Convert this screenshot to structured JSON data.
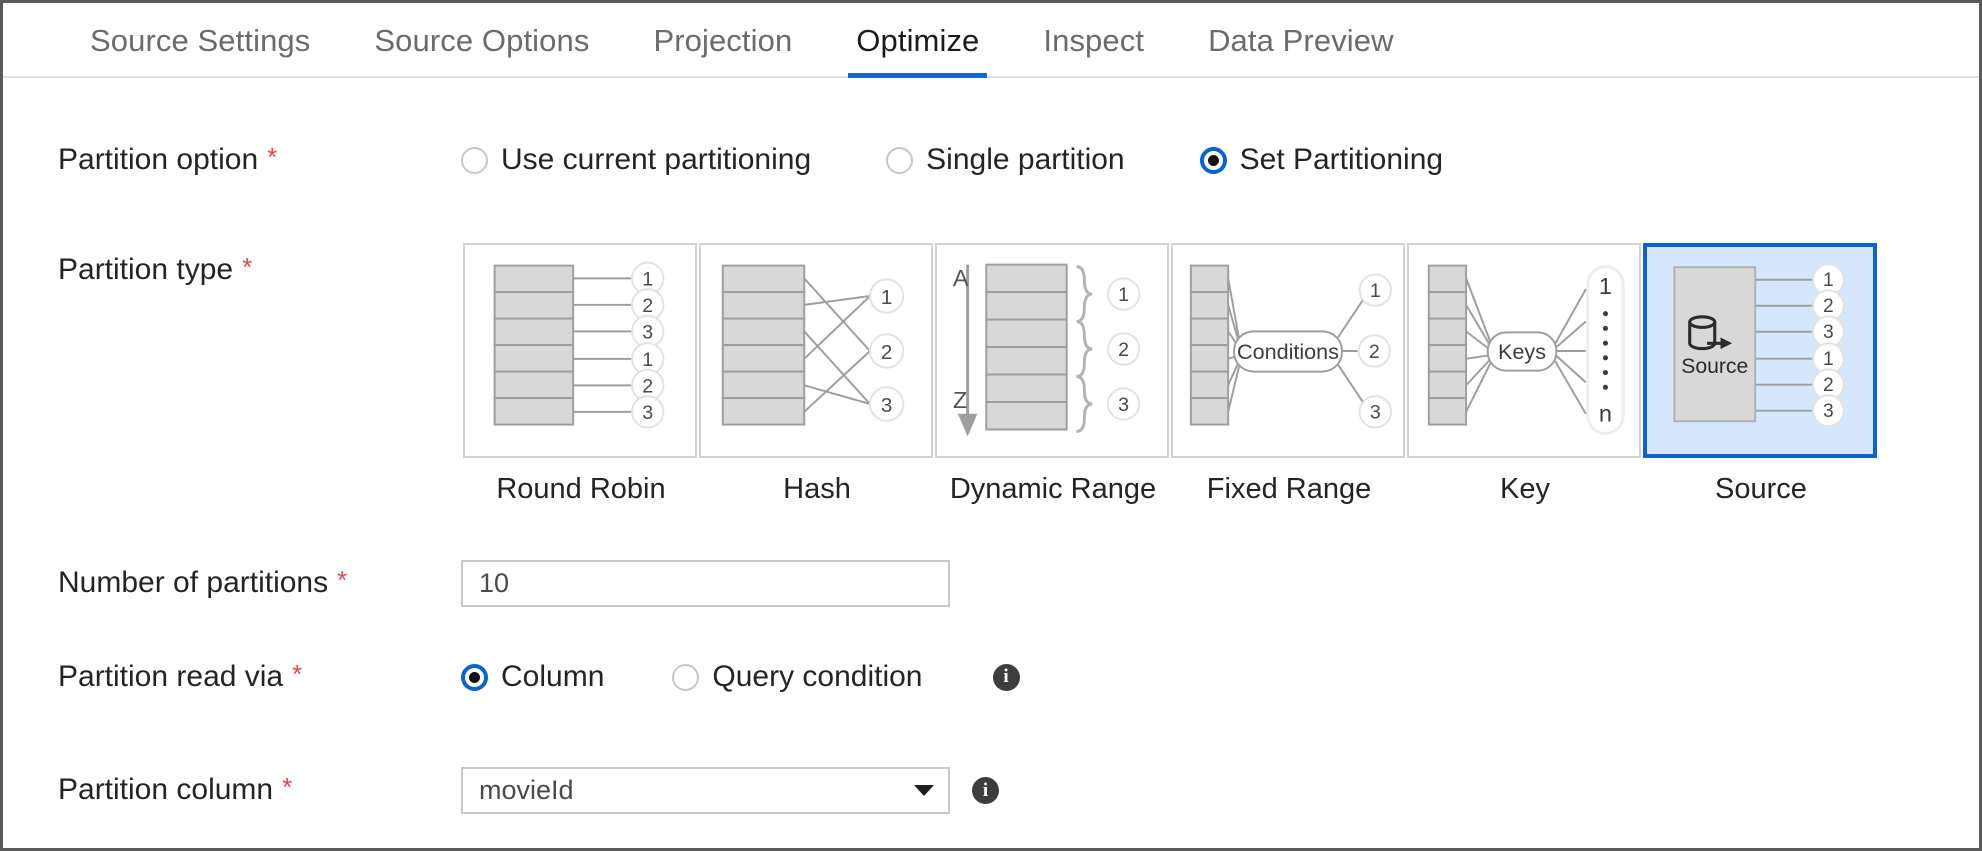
{
  "tabs": [
    {
      "label": "Source Settings",
      "active": false
    },
    {
      "label": "Source Options",
      "active": false
    },
    {
      "label": "Projection",
      "active": false
    },
    {
      "label": "Optimize",
      "active": true
    },
    {
      "label": "Inspect",
      "active": false
    },
    {
      "label": "Data Preview",
      "active": false
    }
  ],
  "partition_option": {
    "label": "Partition option",
    "required": "*",
    "options": [
      {
        "label": "Use current partitioning",
        "checked": false
      },
      {
        "label": "Single partition",
        "checked": false
      },
      {
        "label": "Set Partitioning",
        "checked": true
      }
    ]
  },
  "partition_type": {
    "label": "Partition type",
    "required": "*",
    "cards": [
      {
        "label": "Round Robin",
        "selected": false
      },
      {
        "label": "Hash",
        "selected": false
      },
      {
        "label": "Dynamic Range",
        "selected": false
      },
      {
        "label": "Fixed Range",
        "selected": false
      },
      {
        "label": "Key",
        "selected": false
      },
      {
        "label": "Source",
        "selected": true
      }
    ],
    "diagram_text": {
      "range_top": "A",
      "range_bottom": "Z",
      "conditions": "Conditions",
      "keys": "Keys",
      "key_first": "1",
      "key_last": "n",
      "source": "Source",
      "outputs": [
        "1",
        "2",
        "3",
        "1",
        "2",
        "3"
      ],
      "groups": [
        "1",
        "2",
        "3"
      ]
    }
  },
  "number_of_partitions": {
    "label": "Number of partitions",
    "required": "*",
    "value": "10"
  },
  "partition_read_via": {
    "label": "Partition read via",
    "required": "*",
    "options": [
      {
        "label": "Column",
        "checked": true
      },
      {
        "label": "Query condition",
        "checked": false
      }
    ],
    "info_icon": "info-icon"
  },
  "partition_column": {
    "label": "Partition column",
    "required": "*",
    "value": "movieId",
    "info_icon": "info-icon"
  },
  "colors": {
    "accent": "#0b63ce",
    "tab_underline": "#1565d8",
    "required_star": "#e0484e",
    "card_fill": "#d5e8fb",
    "block_gray": "#d8d8d8"
  }
}
